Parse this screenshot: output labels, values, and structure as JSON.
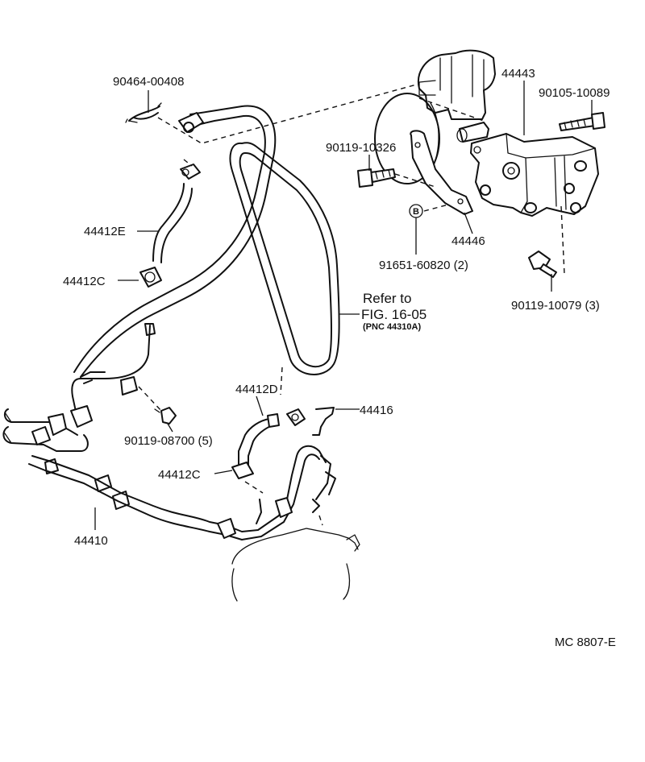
{
  "labels": {
    "p90464_00408": "90464-00408",
    "p44443": "44443",
    "p90105_10089": "90105-10089",
    "p90119_10326": "90119-10326",
    "p44412E": "44412E",
    "p44412C_top": "44412C",
    "circle_b": "B",
    "p44446": "44446",
    "p91651_60820": "91651-60820 (2)",
    "p90119_10079": "90119-10079 (3)",
    "refer_to": "Refer to",
    "fig_ref": "FIG. 16-05",
    "pnc_ref": "(PNC 44310A)",
    "p44412D": "44412D",
    "p44416": "44416",
    "p90119_08700": "90119-08700 (5)",
    "p44412C_bottom": "44412C",
    "p44410": "44410",
    "code": "MC  8807-E"
  }
}
